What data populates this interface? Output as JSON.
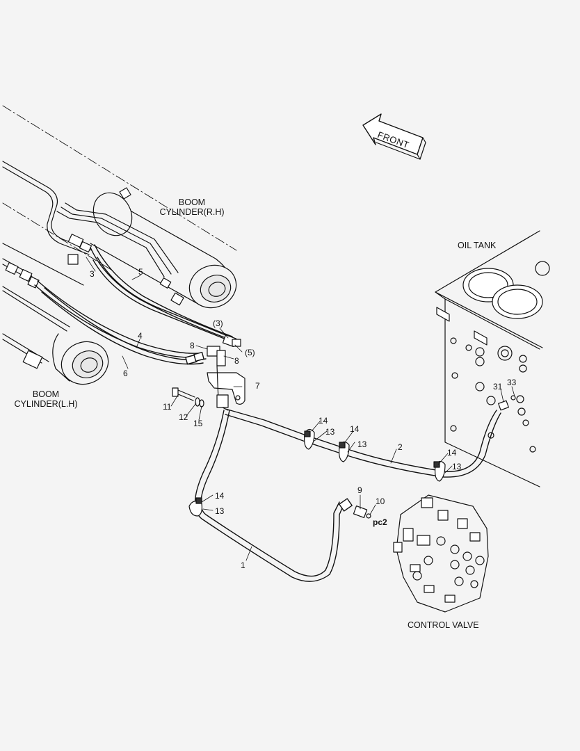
{
  "orientation": {
    "text": "FRONT"
  },
  "components": {
    "boom_rh": "BOOM\nCYLINDER(R.H)",
    "boom_lh": "BOOM\nCYLINDER(L.H)",
    "oil_tank": "OIL TANK",
    "control_valve": "CONTROL VALVE",
    "port": "pc2"
  },
  "callouts": [
    {
      "id": "c1",
      "text": "1"
    },
    {
      "id": "c2",
      "text": "2"
    },
    {
      "id": "c3",
      "text": "3"
    },
    {
      "id": "c4",
      "text": "4"
    },
    {
      "id": "c5",
      "text": "5"
    },
    {
      "id": "c6",
      "text": "6"
    },
    {
      "id": "c7",
      "text": "7"
    },
    {
      "id": "c8a",
      "text": "8"
    },
    {
      "id": "c8b",
      "text": "8"
    },
    {
      "id": "c9",
      "text": "9"
    },
    {
      "id": "c10",
      "text": "10"
    },
    {
      "id": "c11",
      "text": "11"
    },
    {
      "id": "c12",
      "text": "12"
    },
    {
      "id": "c13a",
      "text": "13"
    },
    {
      "id": "c13b",
      "text": "13"
    },
    {
      "id": "c13c",
      "text": "13"
    },
    {
      "id": "c13d",
      "text": "13"
    },
    {
      "id": "c14a",
      "text": "14"
    },
    {
      "id": "c14b",
      "text": "14"
    },
    {
      "id": "c14c",
      "text": "14"
    },
    {
      "id": "c14d",
      "text": "14"
    },
    {
      "id": "c15",
      "text": "15"
    },
    {
      "id": "c31",
      "text": "31"
    },
    {
      "id": "c33",
      "text": "33"
    },
    {
      "id": "c3p",
      "text": "(3)"
    },
    {
      "id": "c5p",
      "text": "(5)"
    }
  ]
}
